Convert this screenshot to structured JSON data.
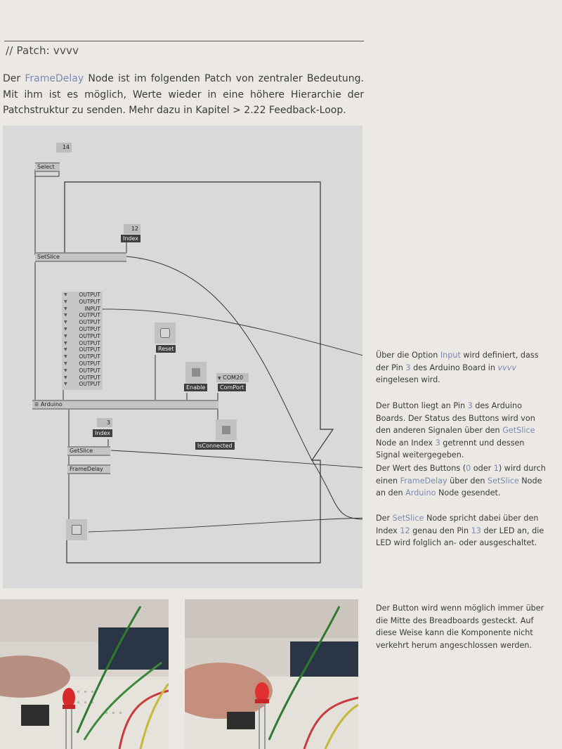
{
  "section_title": "// Patch: vvvv",
  "intro": {
    "p1": "Der ",
    "framedelay": "FrameDelay",
    "p2": " Node ist im folgenden Patch von zentraler Bedeutung. Mit ihm ist es möglich, Werte wieder in eine höhere Hierarchie der Patchstruktur zu senden. Mehr dazu in Kapitel ",
    "ref": "> 2.22 Feedback-Loop",
    "p3": "."
  },
  "patch": {
    "iobox_14": "14",
    "select": "Select",
    "iobox_12": "12",
    "index_label": "Index",
    "setslice": "SetSlice",
    "out_rows": [
      "OUTPUT",
      "OUTPUT",
      "INPUT",
      "OUTPUT",
      "OUTPUT",
      "OUTPUT",
      "OUTPUT",
      "OUTPUT",
      "OUTPUT",
      "OUTPUT",
      "OUTPUT",
      "OUTPUT",
      "OUTPUT",
      "OUTPUT"
    ],
    "reset": "Reset",
    "enable": "Enable",
    "com20": "COM20",
    "comport": "ComPort",
    "arduino": "Arduino",
    "iobox_3": "3",
    "index_label_2": "Index",
    "isconnected": "IsConnected",
    "getslice": "GetSlice",
    "framedelay": "FrameDelay"
  },
  "notes": {
    "n1": {
      "a": "Über die Option ",
      "b": "Input",
      "c": " wird definiert, dass der Pin ",
      "d": "3",
      "e": " des Arduino Board in ",
      "f": "vvvv",
      "g": " eingelesen wird."
    },
    "n2": {
      "a": "Der Button liegt an Pin ",
      "b": "3",
      "c": " des Arduino Boards. Der Status des Buttons wird von den anderen Signalen über den ",
      "d": "GetSlice",
      "e": " Node an Index ",
      "f": "3",
      "g": " getrennt und dessen Signal weitergegeben."
    },
    "n3": {
      "a": "Der Wert des Buttons (",
      "b": "0",
      "c": " oder ",
      "d": "1",
      "e": ") wird durch einen ",
      "f": "FrameDelay",
      "g": " über den ",
      "h": "SetSlice",
      "i": " Node an den ",
      "j": "Arduino",
      "k": " Node gesendet."
    },
    "n4": {
      "a": "Der ",
      "b": "SetSlice",
      "c": " Node spricht dabei über den Index ",
      "d": "12",
      "e": " genau den Pin ",
      "f": "13",
      "g": " der LED an, die LED wird folglich an- oder ausgeschaltet."
    },
    "n5": "Der Button wird wenn möglich immer über die Mitte des Breadboards gesteckt. Auf diese Weise kann die Komponente nicht verkehrt herum angeschlossen werden."
  },
  "colors": {
    "page": "#ece9e4",
    "patch_bg": "#d9d9d9",
    "accent": "#7a8ab0",
    "node": "#c4c4c4",
    "label_dark": "#3f3f3f"
  }
}
